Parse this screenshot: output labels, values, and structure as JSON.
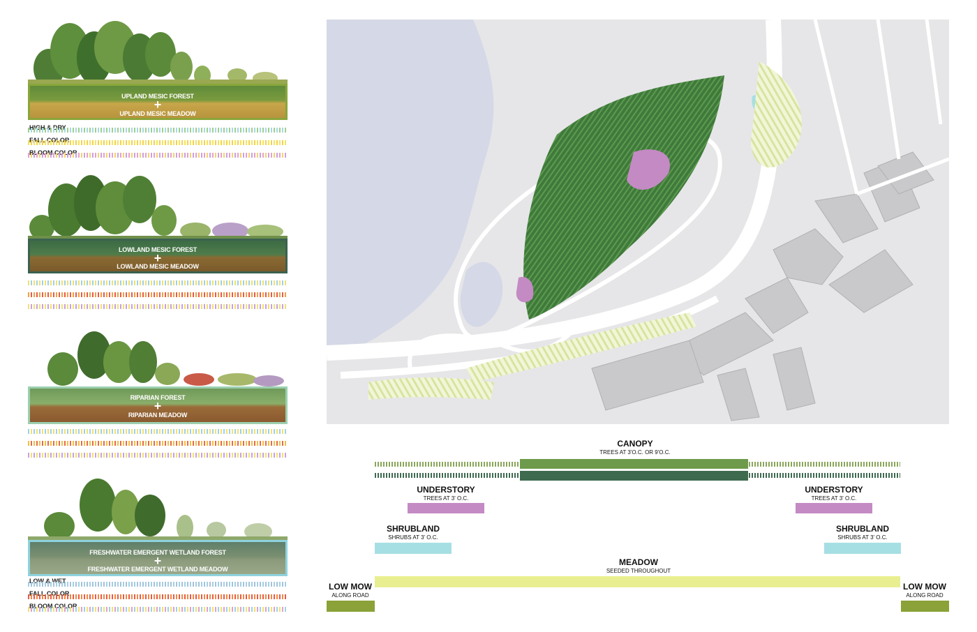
{
  "colors": {
    "upland_band": "#8aa63a",
    "lowland_band": "#3c6250",
    "riparian_band": "#9ccfb0",
    "wetland_band": "#8fd3e0",
    "canopy": "#6e9b4b",
    "canopy_dark": "#3e6a50",
    "understory": "#c48ac4",
    "shrubland": "#a6dfe3",
    "meadow": "#e9ef90",
    "lowmow": "#8aa238"
  },
  "palettes": [
    {
      "title": "UPLAND MESIC FOREST",
      "subtitle": "UPLAND MESIC MEADOW",
      "rows": [
        "HIGH & DRY",
        "FALL COLOR",
        "BLOOM COLOR"
      ]
    },
    {
      "title": "LOWLAND MESIC FOREST",
      "subtitle": "LOWLAND MESIC MEADOW",
      "rows": [
        "",
        "",
        ""
      ]
    },
    {
      "title": "RIPARIAN FOREST",
      "subtitle": "RIPARIAN MEADOW",
      "rows": [
        "",
        "",
        ""
      ]
    },
    {
      "title": "FRESHWATER EMERGENT WETLAND FOREST",
      "subtitle": "FRESHWATER EMERGENT WETLAND MEADOW",
      "rows": [
        "LOW & WET",
        "FALL COLOR",
        "BLOOM COLOR"
      ]
    }
  ],
  "plus": "+",
  "legend": {
    "canopy": {
      "title": "CANOPY",
      "sub": "TREES AT 3'O.C. OR 9'O.C."
    },
    "understory_left": {
      "title": "UNDERSTORY",
      "sub": "TREES AT 3' O.C."
    },
    "understory_right": {
      "title": "UNDERSTORY",
      "sub": "TREES AT 3' O.C."
    },
    "shrubland_left": {
      "title": "SHRUBLAND",
      "sub": "SHRUBS AT 3' O.C."
    },
    "shrubland_right": {
      "title": "SHRUBLAND",
      "sub": "SHRUBS AT 3' O.C."
    },
    "meadow": {
      "title": "MEADOW",
      "sub": "SEEDED THROUGHOUT"
    },
    "lowmow_left": {
      "title": "LOW MOW",
      "sub": "ALONG ROAD"
    },
    "lowmow_right": {
      "title": "LOW MOW",
      "sub": "ALONG ROAD"
    }
  }
}
